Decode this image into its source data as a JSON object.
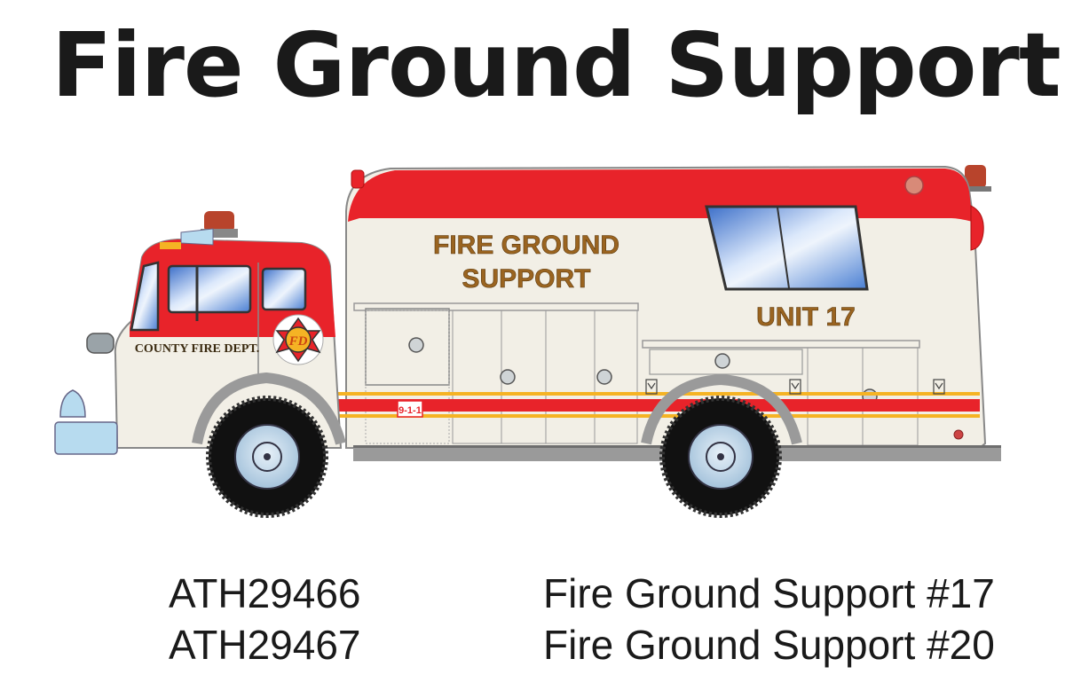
{
  "title": "Fire Ground Support",
  "truck": {
    "side_text_line1": "FIRE GROUND",
    "side_text_line2": "SUPPORT",
    "unit_label": "UNIT 17",
    "door_label": "COUNTY FIRE DEPT.",
    "emblem_text": "FD",
    "decal_911": "9-1-1",
    "colors": {
      "red": "#e8232a",
      "cream": "#f2efe6",
      "gold_text": "#9a6420",
      "stripe_yellow": "#f5b324",
      "glass": "#5b8fd6"
    }
  },
  "products": [
    {
      "sku": "ATH29466",
      "name": "Fire Ground Support #17"
    },
    {
      "sku": "ATH29467",
      "name": "Fire Ground Support #20"
    }
  ]
}
